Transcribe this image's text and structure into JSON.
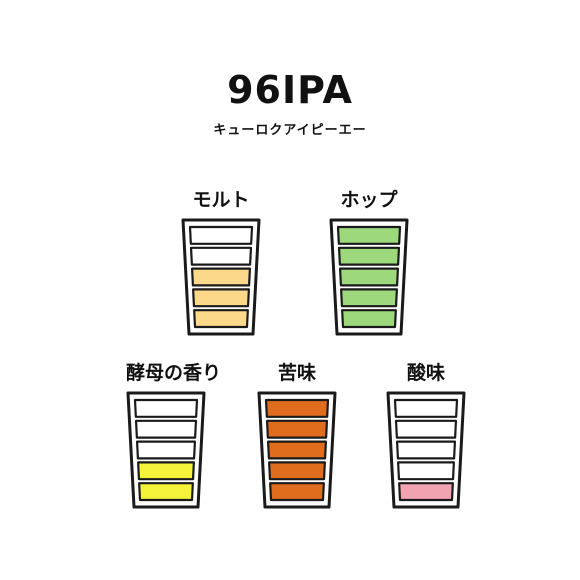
{
  "title": "96IPA",
  "subtitle": "キューロクアイピーエー",
  "gauges": [
    {
      "label": "モルト",
      "level": 3,
      "max": 5,
      "fill_color": "#fcd98a"
    },
    {
      "label": "ホップ",
      "level": 5,
      "max": 5,
      "fill_color": "#9ed87d"
    },
    {
      "label": "酵母の香り",
      "level": 2,
      "max": 5,
      "fill_color": "#f4f33a"
    },
    {
      "label": "苦味",
      "level": 5,
      "max": 5,
      "fill_color": "#e06d1e"
    },
    {
      "label": "酸味",
      "level": 1,
      "max": 5,
      "fill_color": "#f2a3b2"
    }
  ]
}
